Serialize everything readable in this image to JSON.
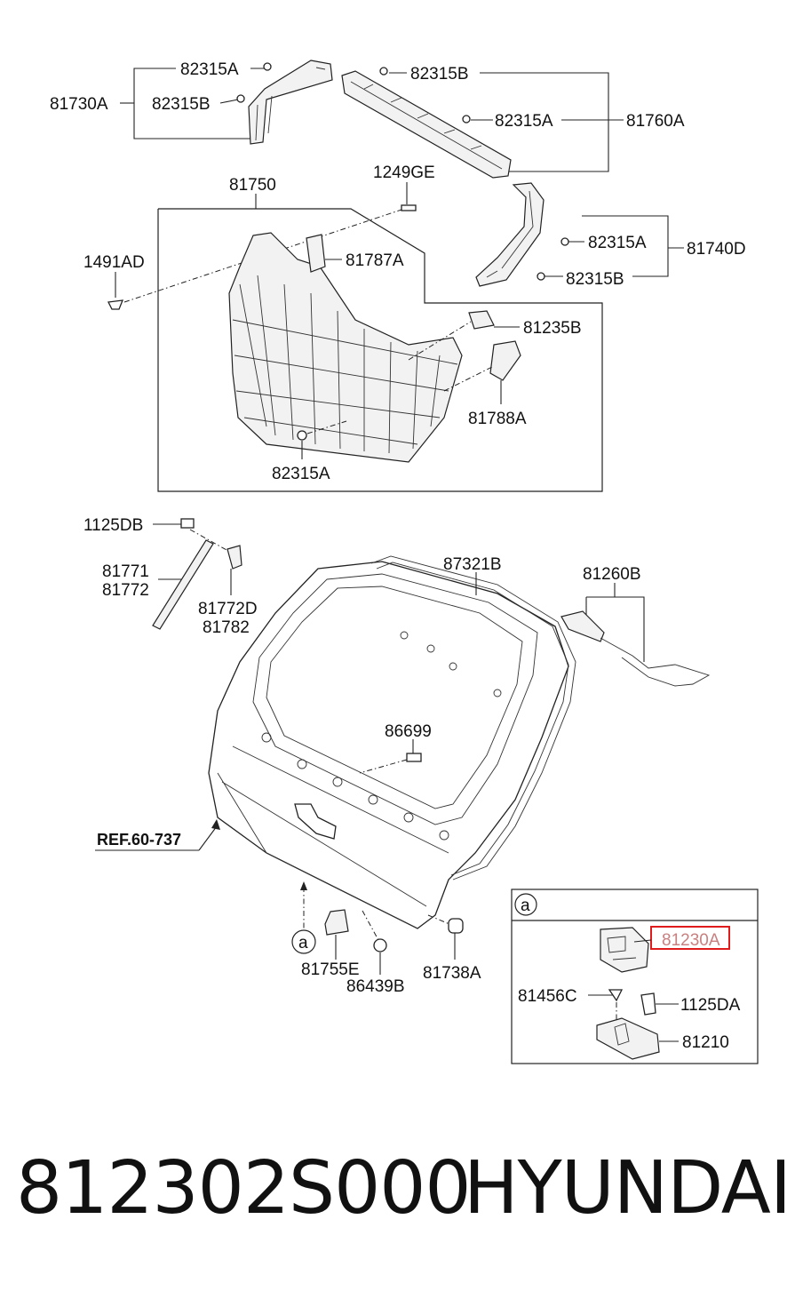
{
  "labels": {
    "p82315A_top": "82315A",
    "p81730A": "81730A",
    "p82315B_left": "82315B",
    "p82315B_top": "82315B",
    "p82315A_mid": "82315A",
    "p81760A": "81760A",
    "p81750": "81750",
    "p1249GE": "1249GE",
    "p1491AD": "1491AD",
    "p81787A": "81787A",
    "p82315A_r": "82315A",
    "p81740D": "81740D",
    "p82315B_r": "82315B",
    "p81235B": "81235B",
    "p81788A": "81788A",
    "p82315A_bot": "82315A",
    "p1125DB": "1125DB",
    "p87321B": "87321B",
    "p81260B": "81260B",
    "p81771": "81771",
    "p81772": "81772",
    "p81772D": "81772D",
    "p81782": "81782",
    "p86699": "86699",
    "ref": "REF.60-737",
    "circle_a": "a",
    "p81755E": "81755E",
    "p86439B": "86439B",
    "p81738A": "81738A",
    "inset_a": "a",
    "p81230A": "81230A",
    "p81456C": "81456C",
    "p1125DA": "1125DA",
    "p81210": "81210"
  },
  "highlight_color": "#e01b1b",
  "footer": {
    "part_number": "812302S000",
    "brand": "HYUNDAI"
  }
}
